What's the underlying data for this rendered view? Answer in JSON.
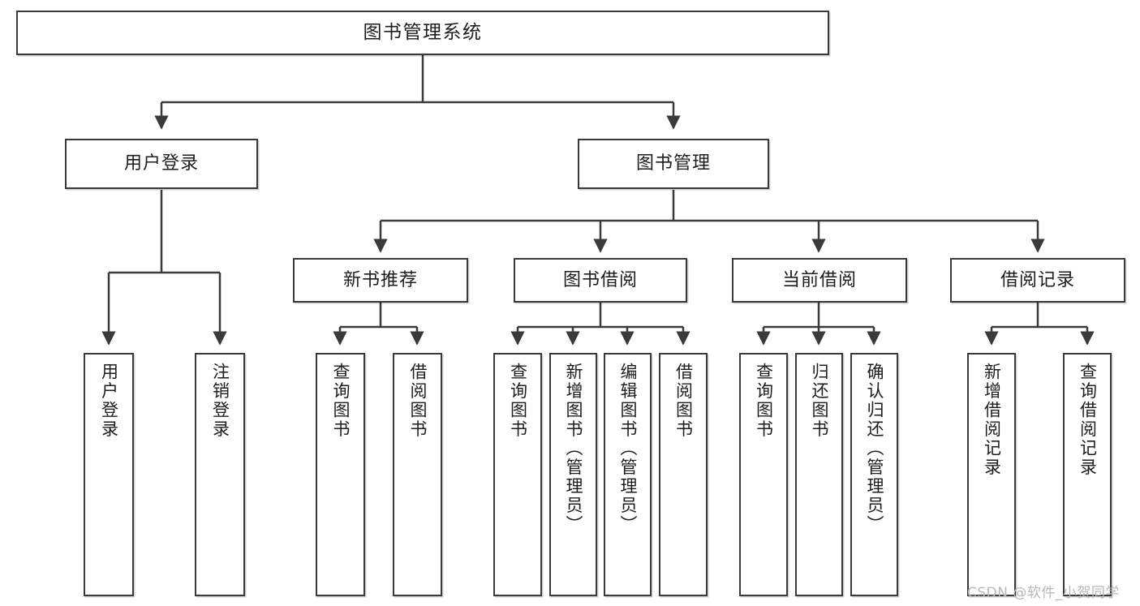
{
  "diagram": {
    "title": "图书管理系统",
    "type": "tree-hierarchy-chart",
    "watermark": "CSDN @软件_小贺同学",
    "colors": {
      "box_border": "#3a3a3a",
      "box_fill": "#ffffff",
      "connector": "#3a3a3a",
      "text": "#1d1d1d",
      "watermark": "#b9b9b9",
      "background": "#ffffff"
    },
    "root": {
      "label": "图书管理系统"
    },
    "level2": [
      {
        "id": "user-login",
        "label": "用户登录"
      },
      {
        "id": "book-management",
        "label": "图书管理"
      }
    ],
    "level3": [
      {
        "id": "new-book-recommend",
        "label": "新书推荐",
        "parent": "book-management"
      },
      {
        "id": "book-borrow",
        "label": "图书借阅",
        "parent": "book-management"
      },
      {
        "id": "current-borrow",
        "label": "当前借阅",
        "parent": "book-management"
      },
      {
        "id": "borrow-record",
        "label": "借阅记录",
        "parent": "book-management"
      }
    ],
    "leaves": {
      "user-login": [
        {
          "id": "leaf-user-login",
          "label": "用户登录"
        },
        {
          "id": "leaf-logout",
          "label": "注销登录"
        }
      ],
      "new-book-recommend": [
        {
          "id": "leaf-query-book-1",
          "label": "查询图书"
        },
        {
          "id": "leaf-borrow-book-1",
          "label": "借阅图书"
        }
      ],
      "book-borrow": [
        {
          "id": "leaf-query-book-2",
          "label": "查询图书"
        },
        {
          "id": "leaf-add-book",
          "label": "新增图书（管理员）"
        },
        {
          "id": "leaf-edit-book",
          "label": "编辑图书（管理员）"
        },
        {
          "id": "leaf-borrow-book-2",
          "label": "借阅图书"
        }
      ],
      "current-borrow": [
        {
          "id": "leaf-query-book-3",
          "label": "查询图书"
        },
        {
          "id": "leaf-return-book",
          "label": "归还图书"
        },
        {
          "id": "leaf-confirm-return",
          "label": "确认归还（管理员）"
        }
      ],
      "borrow-record": [
        {
          "id": "leaf-add-record",
          "label": "新增借阅记录"
        },
        {
          "id": "leaf-query-record",
          "label": "查询借阅记录"
        }
      ]
    }
  }
}
